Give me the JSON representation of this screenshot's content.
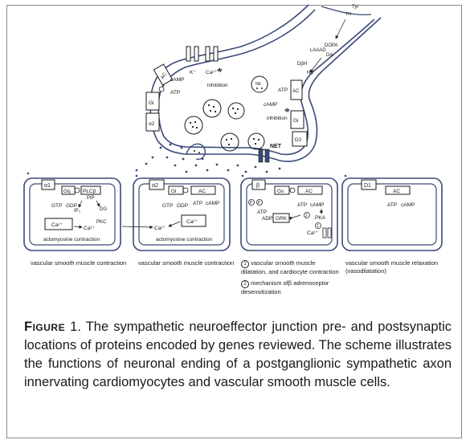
{
  "caption": {
    "figure_word": "Figure",
    "figure_number": "1",
    "text": ". The sympathetic neuroeffector junction pre- and postsynaptic locations of proteins encoded by genes reviewed. The scheme illustrates the functions of neuronal ending of a postganglionic sympathetic axon innervating cardiomyocytes and vascular smooth muscle cells."
  },
  "neuron": {
    "tyr": "Tyr",
    "th": "TH",
    "laaad": "LAAAD",
    "dopa": "DOPA",
    "da": "DA",
    "dbh": "DβH",
    "ne": "NE",
    "ac": "AC",
    "atp": "ATP",
    "camp": "cAMP",
    "gi": "Gi",
    "a2": "α2",
    "k": "K⁺",
    "ca": "Ca²⁺",
    "inhibition": "inhibition",
    "vesicle_ne": "NE",
    "net": "NET",
    "d2": "D2",
    "atp2": "ATP",
    "camp2": "cAMP",
    "inhibition2": "inhibition",
    "ac2": "AC",
    "gi2": "Gi"
  },
  "cell1": {
    "receptor": "α1",
    "gq": "Gq",
    "plc": "PLCβ",
    "gtp": "GTP",
    "gdp": "GDP",
    "pip": "PIP",
    "ip3": "IP₃",
    "dg": "DG",
    "pkc": "PKC",
    "ca_store": "Ca²⁺",
    "ca_free": "Ca²⁺",
    "actomyosine": "actomyosine contraction",
    "label": "vascular smooth muscle contraction"
  },
  "cell2": {
    "receptor": "α2",
    "gi": "Gi",
    "ac": "AC",
    "gtp": "GTP",
    "gdp": "GDP",
    "atp": "ATP",
    "camp": "cAMP",
    "ca_store": "Ca²⁺",
    "ca_free": "Ca²⁺",
    "actomyosine": "actomyosine contraction",
    "label": "vascular smooth muscle contraction"
  },
  "cell3": {
    "receptor": "β",
    "gs": "Gs",
    "ac": "AC",
    "atp": "ATP",
    "camp": "cAMP",
    "p1": "P",
    "p2": "P",
    "atp2": "ATP",
    "adp": "ADP",
    "grk": "GRK",
    "pka": "PKA",
    "circ1": "1",
    "circ2": "2",
    "circ1b": "1",
    "ca": "Ca²⁺",
    "label1_num": "1",
    "label1": "vascular smooth muscle dilatation, and cardiocyte contraction",
    "label2_num": "2",
    "label2": "mechanism ofβ adrenoceptor desensitization"
  },
  "cell4": {
    "receptor": "D1",
    "ac": "AC",
    "atp": "ATP",
    "camp": "cAMP",
    "label": "vascular smooth muscle relaxation (vasodilatation)"
  }
}
